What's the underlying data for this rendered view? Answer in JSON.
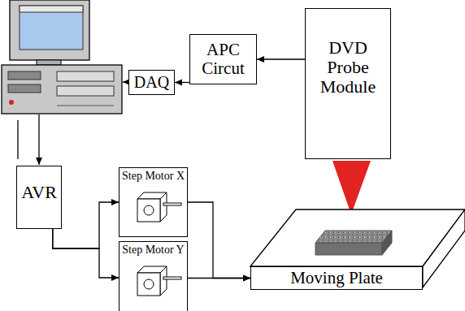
{
  "diagram": {
    "nodes": [
      {
        "text": [
          "DAQ"
        ]
      },
      {
        "text": [
          "APC Circut"
        ]
      },
      {
        "text": [
          "DVD Probe Module"
        ]
      },
      {
        "text": [
          "AVR"
        ]
      },
      {
        "text": [
          "Step Motor X"
        ]
      },
      {
        "text": [
          "Step Motor Y"
        ]
      },
      {
        "text": [
          "Moving Plate"
        ]
      }
    ],
    "edges": [
      {
        "from": 2,
        "to": 1,
        "arrow": "to"
      },
      {
        "from": 1,
        "to": 0,
        "arrow": "to"
      },
      {
        "from": 3,
        "to": 4,
        "arrow": "to"
      },
      {
        "from": 3,
        "to": 5,
        "arrow": "to"
      },
      {
        "from": 4,
        "to": 6,
        "arrow": "to"
      },
      {
        "from": 5,
        "to": 6,
        "arrow": "to"
      }
    ]
  }
}
